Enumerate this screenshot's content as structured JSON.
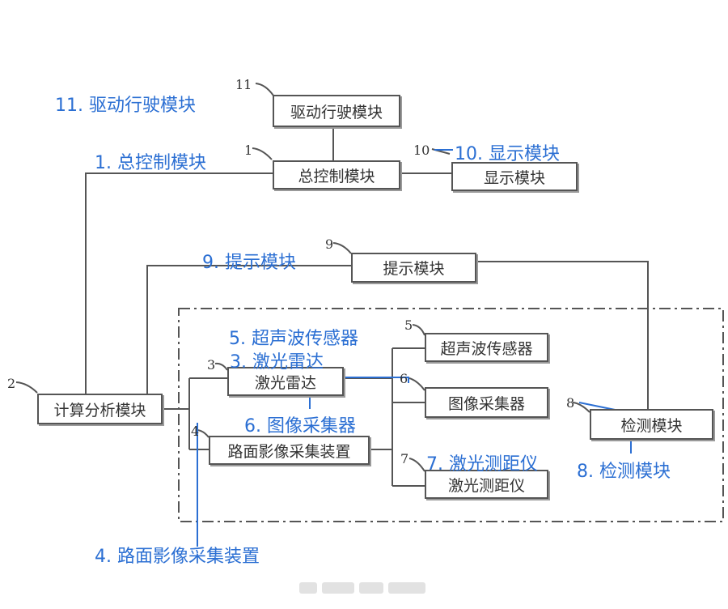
{
  "modules": {
    "drive": {
      "num": "11",
      "label": "驱动行驶模块"
    },
    "control": {
      "num": "1",
      "label": "总控制模块"
    },
    "display": {
      "num": "10",
      "label": "显示模块"
    },
    "prompt": {
      "num": "9",
      "label": "提示模块"
    },
    "compute": {
      "num": "2",
      "label": "计算分析模块"
    },
    "lidar": {
      "num": "3",
      "label": "激光雷达"
    },
    "road": {
      "num": "4",
      "label": "路面影像采集装置"
    },
    "ultrasonic": {
      "num": "5",
      "label": "超声波传感器"
    },
    "image": {
      "num": "6",
      "label": "图像采集器"
    },
    "rangefinder": {
      "num": "7",
      "label": "激光测距仪"
    },
    "detect": {
      "num": "8",
      "label": "检测模块"
    }
  },
  "annotations": {
    "drive": "11. 驱动行驶模块",
    "control": "1. 总控制模块",
    "display": "10. 显示模块",
    "prompt": "9. 提示模块",
    "ultrasonic": "5. 超声波传感器",
    "lidar": "3. 激光雷达",
    "image": "6. 图像采集器",
    "rangefinder": "7. 激光测距仪",
    "detect": "8. 检测模块",
    "road": "4. 路面影像采集装置"
  },
  "colors": {
    "annotation": "#2b6fd3",
    "line": "#555555",
    "dashed_border": "#666666"
  }
}
